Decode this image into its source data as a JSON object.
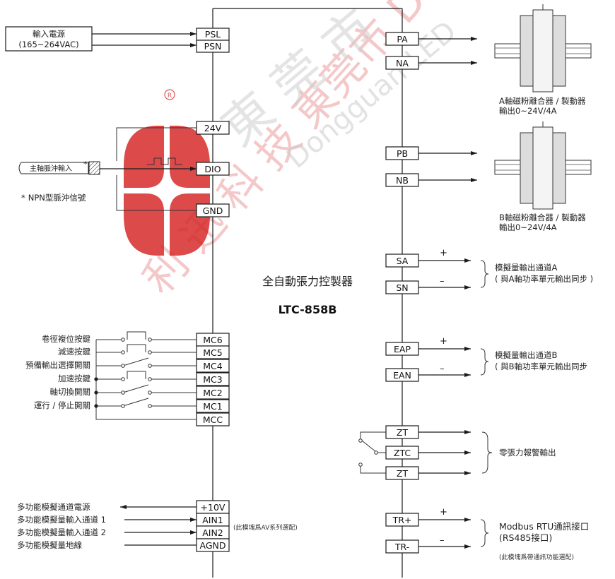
{
  "controller": {
    "name": "全自動張力控製器",
    "model": "LTC-858B"
  },
  "watermark": {
    "text": "利 迅 科 技  東莞市  Dongguan LED"
  },
  "power": {
    "label": "輸入電源",
    "voltage": "(165~264VAC)",
    "terminals": [
      "PSL",
      "PSN"
    ]
  },
  "pulse": {
    "input_label": "主軸脈沖輸入",
    "asterisk": "*",
    "note": "NPN型脈沖信號",
    "terminals": [
      "24V",
      "DIO",
      "GND"
    ]
  },
  "switches": {
    "labels": [
      "卷徑複位按鍵",
      "減速按鍵",
      "預備輸出選擇開關",
      "加速按鍵",
      "軸切換開關",
      "運行 / 停止開關"
    ],
    "terminals": [
      "MC6",
      "MC5",
      "MC4",
      "MC3",
      "MC2",
      "MC1",
      "MCC"
    ]
  },
  "analog_in": {
    "labels": [
      "多功能模擬通道電源",
      "多功能模擬量輸入通道 1",
      "多功能模擬量輸入通道 2",
      "多功能模擬量地線"
    ],
    "terminals": [
      "+10V",
      "AIN1",
      "AIN2",
      "AGND"
    ],
    "note": "(此模塊爲AV系列選配)"
  },
  "brake_a": {
    "terminals": [
      "PA",
      "NA"
    ],
    "line1": "A軸磁粉離合器 / 製動器",
    "line2": "輸出0~24V/4A"
  },
  "brake_b": {
    "terminals": [
      "PB",
      "NB"
    ],
    "line1": "B軸磁粉離合器 / 製動器",
    "line2": "輸出0~24V/4A"
  },
  "analog_a": {
    "terminals": [
      "SA",
      "SN"
    ],
    "plus": "+",
    "minus": "–",
    "line1": "模擬量輸出通道A",
    "line2": "( 與A軸功率單元輸出同步 )"
  },
  "analog_b": {
    "terminals": [
      "EAP",
      "EAN"
    ],
    "plus": "+",
    "minus": "–",
    "line1": "模擬量輸出通道B",
    "line2": "( 與B軸功率單元輸出同步"
  },
  "alarm": {
    "terminals": [
      "ZT",
      "ZTC",
      "ZT"
    ],
    "label": "零張力報警輸出"
  },
  "comm": {
    "terminals": [
      "TR+",
      "TR-"
    ],
    "plus": "+",
    "minus": "–",
    "line1": "Modbus  RTU通訊接口",
    "line2": "(RS485接口)",
    "note": "(此模塊爲帶通訊功能選配)"
  },
  "colors": {
    "watermark_red": "#d62a2a",
    "watermark_gray": "#cfcfcf",
    "line": "#1a1a1a"
  }
}
